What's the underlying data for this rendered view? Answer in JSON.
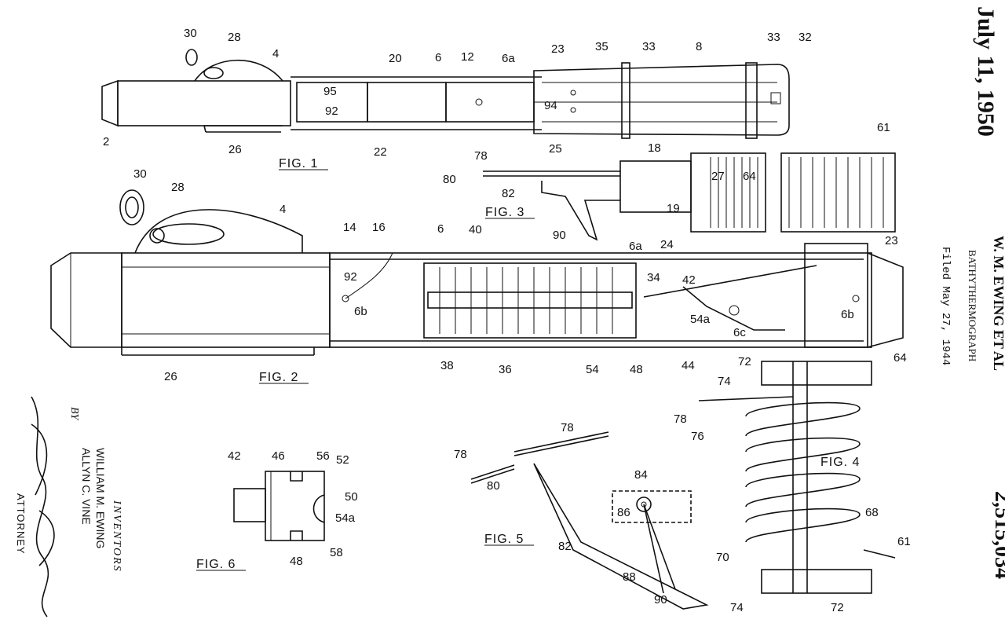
{
  "header": {
    "date": "July 11, 1950",
    "names": "W. M. EWING ET AL",
    "title": "BATHYTHERMOGRAPH",
    "filed": "Filed May 27, 1944",
    "patent_number": "2,515,034"
  },
  "inventors": {
    "heading": "INVENTORS",
    "names": [
      "WILLIAM M. EWING",
      "ALLYN C. VINE"
    ],
    "by": "BY",
    "attorney": "ATTORNEY"
  },
  "figures": {
    "fig1": {
      "caption": "FIG. 1",
      "labels": [
        "30",
        "28",
        "4",
        "20",
        "6",
        "12",
        "6a",
        "23",
        "35",
        "33",
        "8",
        "33",
        "32",
        "95",
        "92",
        "94",
        "2",
        "26",
        "22",
        "25"
      ]
    },
    "fig2": {
      "caption": "FIG. 2",
      "labels": [
        "30",
        "28",
        "4",
        "14",
        "16",
        "6",
        "40",
        "6a",
        "23",
        "92",
        "6b",
        "34",
        "42",
        "54a",
        "6c",
        "6b",
        "38",
        "36",
        "54",
        "48",
        "44",
        "64",
        "26"
      ]
    },
    "fig3": {
      "caption": "FIG. 3",
      "labels": [
        "78",
        "80",
        "82",
        "90",
        "18",
        "27",
        "19",
        "24",
        "64",
        "61"
      ]
    },
    "fig4": {
      "caption": "FIG. 4",
      "labels": [
        "72",
        "74",
        "78",
        "76",
        "68",
        "61",
        "70",
        "74",
        "72"
      ]
    },
    "fig5": {
      "caption": "FIG. 5",
      "labels": [
        "78",
        "78",
        "80",
        "84",
        "86",
        "82",
        "88",
        "90"
      ]
    },
    "fig6": {
      "caption": "FIG. 6",
      "labels": [
        "42",
        "46",
        "56",
        "52",
        "50",
        "54a",
        "48",
        "58"
      ]
    }
  }
}
